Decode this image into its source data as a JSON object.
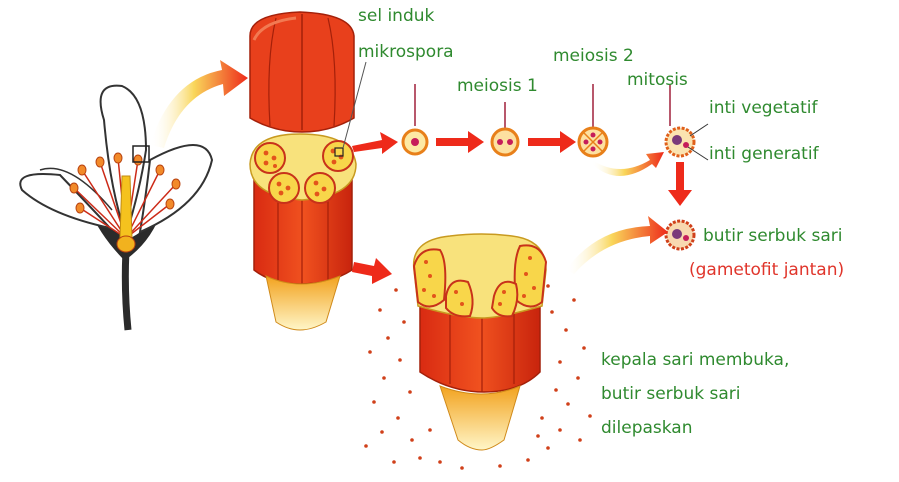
{
  "labels": {
    "sel_induk_line1": "sel induk",
    "sel_induk_line2": "mikrospora",
    "meiosis1": "meiosis 1",
    "meiosis2": "meiosis 2",
    "mitosis": "mitosis",
    "inti_vegetatif": "inti vegetatif",
    "inti_generatif": "inti generatif",
    "butir": "butir serbuk sari",
    "gametofit": "(gametofit jantan)",
    "kepala_line1": "kepala sari membuka,",
    "kepala_line2": "butir serbuk sari",
    "kepala_line3": "dilepaskan"
  },
  "colors": {
    "label_green": "#2f8a2f",
    "label_red": "#e0352b",
    "anther_red": "#e8401c",
    "pollen_yellow": "#f7e27a",
    "arrow_red": "#ee2a1a",
    "arrow_orange": "#f5a623"
  }
}
